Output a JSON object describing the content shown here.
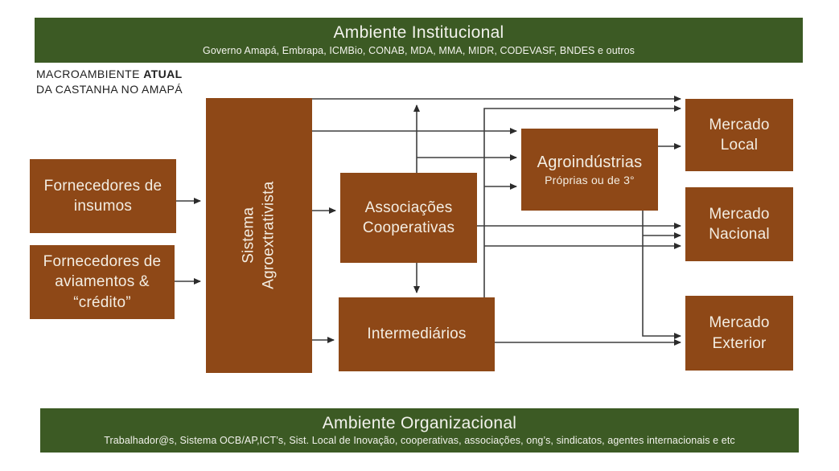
{
  "colors": {
    "background": "#FFFFFF",
    "banner_green": "#3C5A24",
    "box_brown": "#8E4817",
    "box_text": "#F3EDE2",
    "connector_line": "#3F3F3F",
    "caption_text": "#1F1F1F"
  },
  "top_banner": {
    "title": "Ambiente Institucional",
    "subtitle": "Governo Amapá, Embrapa, ICMBio, CONAB, MDA, MMA, MIDR, CODEVASF, BNDES e outros"
  },
  "bottom_banner": {
    "title": "Ambiente Organizacional",
    "subtitle": "Trabalhador@s, Sistema OCB/AP,ICT’s, Sist. Local de Inovação, cooperativas, associações, ong’s, sindicatos, agentes internacionais e etc"
  },
  "macro_label": {
    "part1": "MACROAMBIENTE",
    "part2": "ATUAL",
    "line2": "DA CASTANHA NO AMAPÁ"
  },
  "nodes": {
    "fornecedores_insumos": {
      "lines": [
        "Fornecedores de",
        "insumos"
      ]
    },
    "fornecedores_aviamentos": {
      "lines": [
        "Fornecedores de",
        "aviamentos &",
        "“crédito”"
      ]
    },
    "sistema": {
      "lines": [
        "Sistema",
        "Agroextrativista"
      ]
    },
    "associacoes": {
      "lines": [
        "Associações",
        "Cooperativas"
      ]
    },
    "intermediarios": {
      "lines": [
        "Intermediários"
      ]
    },
    "agroindustrias": {
      "label": "Agroindústrias",
      "sublabel": "Próprias ou de 3°"
    },
    "mercado_local": {
      "lines": [
        "Mercado",
        "Local"
      ]
    },
    "mercado_nacional": {
      "lines": [
        "Mercado",
        "Nacional"
      ]
    },
    "mercado_exterior": {
      "lines": [
        "Mercado",
        "Exterior"
      ]
    }
  },
  "edges": [
    {
      "from": "fornecedores_insumos",
      "to": "sistema_agroextrativista"
    },
    {
      "from": "fornecedores_aviamentos",
      "to": "sistema_agroextrativista"
    },
    {
      "from": "sistema_agroextrativista",
      "to": "mercado_local"
    },
    {
      "from": "sistema_agroextrativista",
      "to": "agroindustrias"
    },
    {
      "from": "sistema_agroextrativista",
      "to": "associacoes_cooperativas"
    },
    {
      "from": "sistema_agroextrativista",
      "to": "intermediarios"
    },
    {
      "from": "associacoes_cooperativas",
      "to": "mercado_local"
    },
    {
      "from": "associacoes_cooperativas",
      "to": "agroindustrias"
    },
    {
      "from": "associacoes_cooperativas",
      "to": "mercado_nacional"
    },
    {
      "from": "associacoes_cooperativas",
      "to": "intermediarios"
    },
    {
      "from": "intermediarios",
      "to": "mercado_local"
    },
    {
      "from": "intermediarios",
      "to": "agroindustrias"
    },
    {
      "from": "intermediarios",
      "to": "mercado_nacional"
    },
    {
      "from": "intermediarios",
      "to": "mercado_exterior"
    },
    {
      "from": "agroindustrias",
      "to": "mercado_local"
    },
    {
      "from": "agroindustrias",
      "to": "mercado_nacional"
    },
    {
      "from": "agroindustrias",
      "to": "mercado_exterior"
    }
  ]
}
